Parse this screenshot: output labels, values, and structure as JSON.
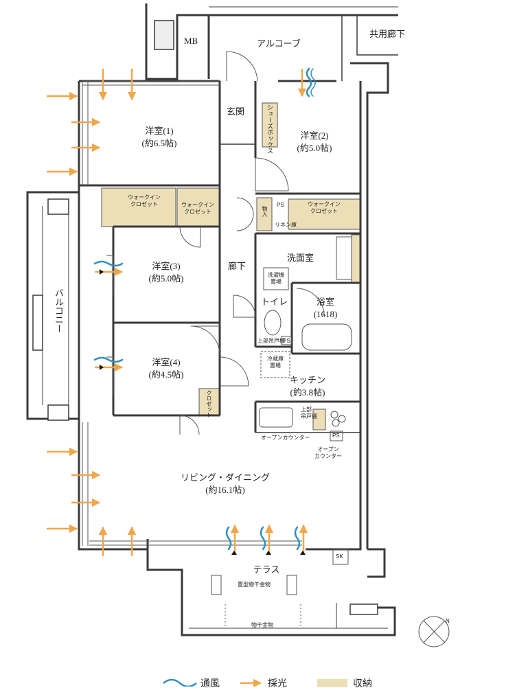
{
  "rooms": {
    "mb": "MB",
    "alcove": "アルコーブ",
    "common_corridor": "共用廊下",
    "entrance": "玄関",
    "shoe_box": "シューズボックス",
    "room1_name": "洋室(1)",
    "room1_size": "(約6.5帖)",
    "room2_name": "洋室(2)",
    "room2_size": "(約5.0帖)",
    "walkin1": "ウォークイン\nクロゼット",
    "walkin2": "ウォークイン\nクロゼット",
    "walkin3": "ウォークイン\nクロゼット",
    "storage": "物入",
    "ps1": "PS",
    "linen": "リネン庫",
    "room3_name": "洋室(3)",
    "room3_size": "(約5.0帖)",
    "hallway": "廊下",
    "washroom": "洗面室",
    "washer": "洗濯機\n置場",
    "balcony": "バルコニー",
    "toilet": "トイレ",
    "bath_name": "浴室",
    "bath_size": "(1618)",
    "upper_cabinet_toilet": "上部吊戸棚",
    "ps2": "PS",
    "room4_name": "洋室(4)",
    "room4_size": "(約4.5帖)",
    "fridge": "冷蔵庫\n置場",
    "kitchen_name": "キッチン",
    "kitchen_size": "(約3.8帖)",
    "closet": "クロゼット",
    "upper_cabinet_kitchen": "上部\n吊戸棚",
    "open_counter1": "オープンカウンター",
    "ps3": "PS",
    "open_counter2": "オープン\nカウンター",
    "living_name": "リビング・ダイニング",
    "living_size": "(約16.1帖)",
    "sk": "SK",
    "terrace": "テラス",
    "drying_fixture1": "置型物干金物",
    "drying_fixture2": "物干金物"
  },
  "compass": {
    "north": "N"
  },
  "legend": {
    "ventilation": "通風",
    "daylight": "採光",
    "storage": "収納"
  },
  "colors": {
    "wall": "#3a3a3a",
    "storage_fill": "#ecdfb8",
    "wind": "#2f8fbf",
    "light": "#f0a64a"
  }
}
